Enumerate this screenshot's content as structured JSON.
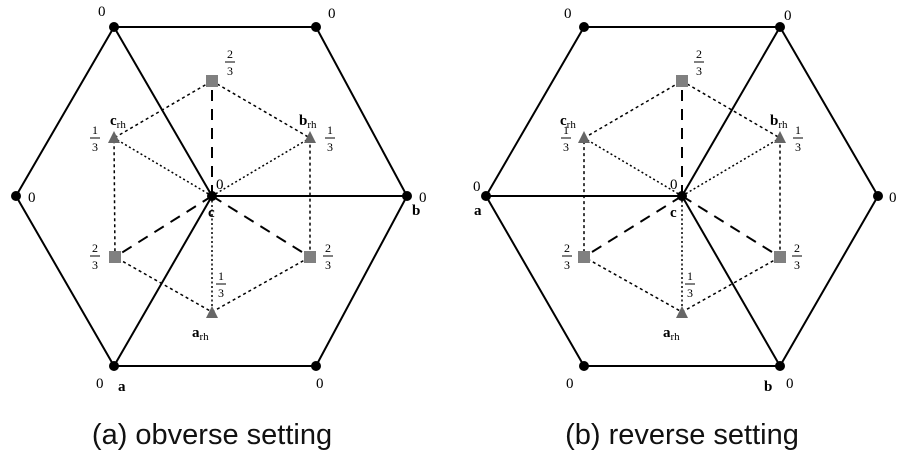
{
  "panels": [
    {
      "id": "a",
      "caption": "(a) obverse setting",
      "corner_labels": [
        "0",
        "0",
        "0",
        "0",
        "0",
        "0"
      ],
      "center_label": "0",
      "axes": {
        "a": "a",
        "b": "b",
        "c": "c"
      },
      "rh_labels": {
        "a": "a",
        "b": "b",
        "c": "c",
        "sub": "rh"
      },
      "fractions": {
        "one_third": {
          "num": "1",
          "den": "3"
        },
        "two_thirds": {
          "num": "2",
          "den": "3"
        }
      }
    },
    {
      "id": "b",
      "caption": "(b) reverse setting",
      "corner_labels": [
        "0",
        "0",
        "0",
        "0",
        "0",
        "0"
      ],
      "center_label": "0",
      "axes": {
        "a": "a",
        "b": "b",
        "c": "c"
      },
      "rh_labels": {
        "a": "a",
        "b": "b",
        "c": "c",
        "sub": "rh"
      },
      "fractions": {
        "one_third": {
          "num": "1",
          "den": "3"
        },
        "two_thirds": {
          "num": "2",
          "den": "3"
        }
      }
    }
  ],
  "colors": {
    "line": "#000000",
    "marker": "#808080"
  }
}
